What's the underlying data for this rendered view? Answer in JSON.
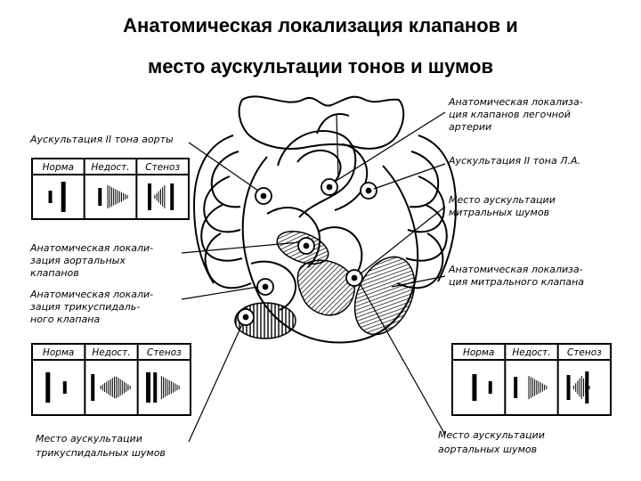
{
  "title": {
    "line1": "Анатомическая локализация клапанов и",
    "line2": "место аускультации тонов и шумов"
  },
  "labels": {
    "left_top": "Аускультация II тона аорты",
    "left_aortic": [
      "Анатомическая локали-",
      "зация аортальных",
      "клапанов"
    ],
    "left_tricuspid": [
      "Анатомическая локали-",
      "зация трикуспидаль-",
      "ного клапана"
    ],
    "left_bottom": [
      "Место аускультации",
      "трикуспидальных шумов"
    ],
    "right_pulm_valve": [
      "Анатомическая локализа-",
      "ция клапанов легочной",
      "артерии"
    ],
    "right_pulm_tone": "Аускультация II тона Л.А.",
    "right_mitral_noise": [
      "Место аускультации",
      "митральных шумов"
    ],
    "right_mitral_valve": [
      "Анатомическая локализа-",
      "ция митрального клапана"
    ],
    "right_bottom": [
      "Место аускультации",
      "аортальных шумов"
    ]
  },
  "phono_headers": [
    "Норма",
    "Недост.",
    "Стеноз"
  ],
  "colors": {
    "ink": "#000000",
    "background": "#ffffff"
  }
}
